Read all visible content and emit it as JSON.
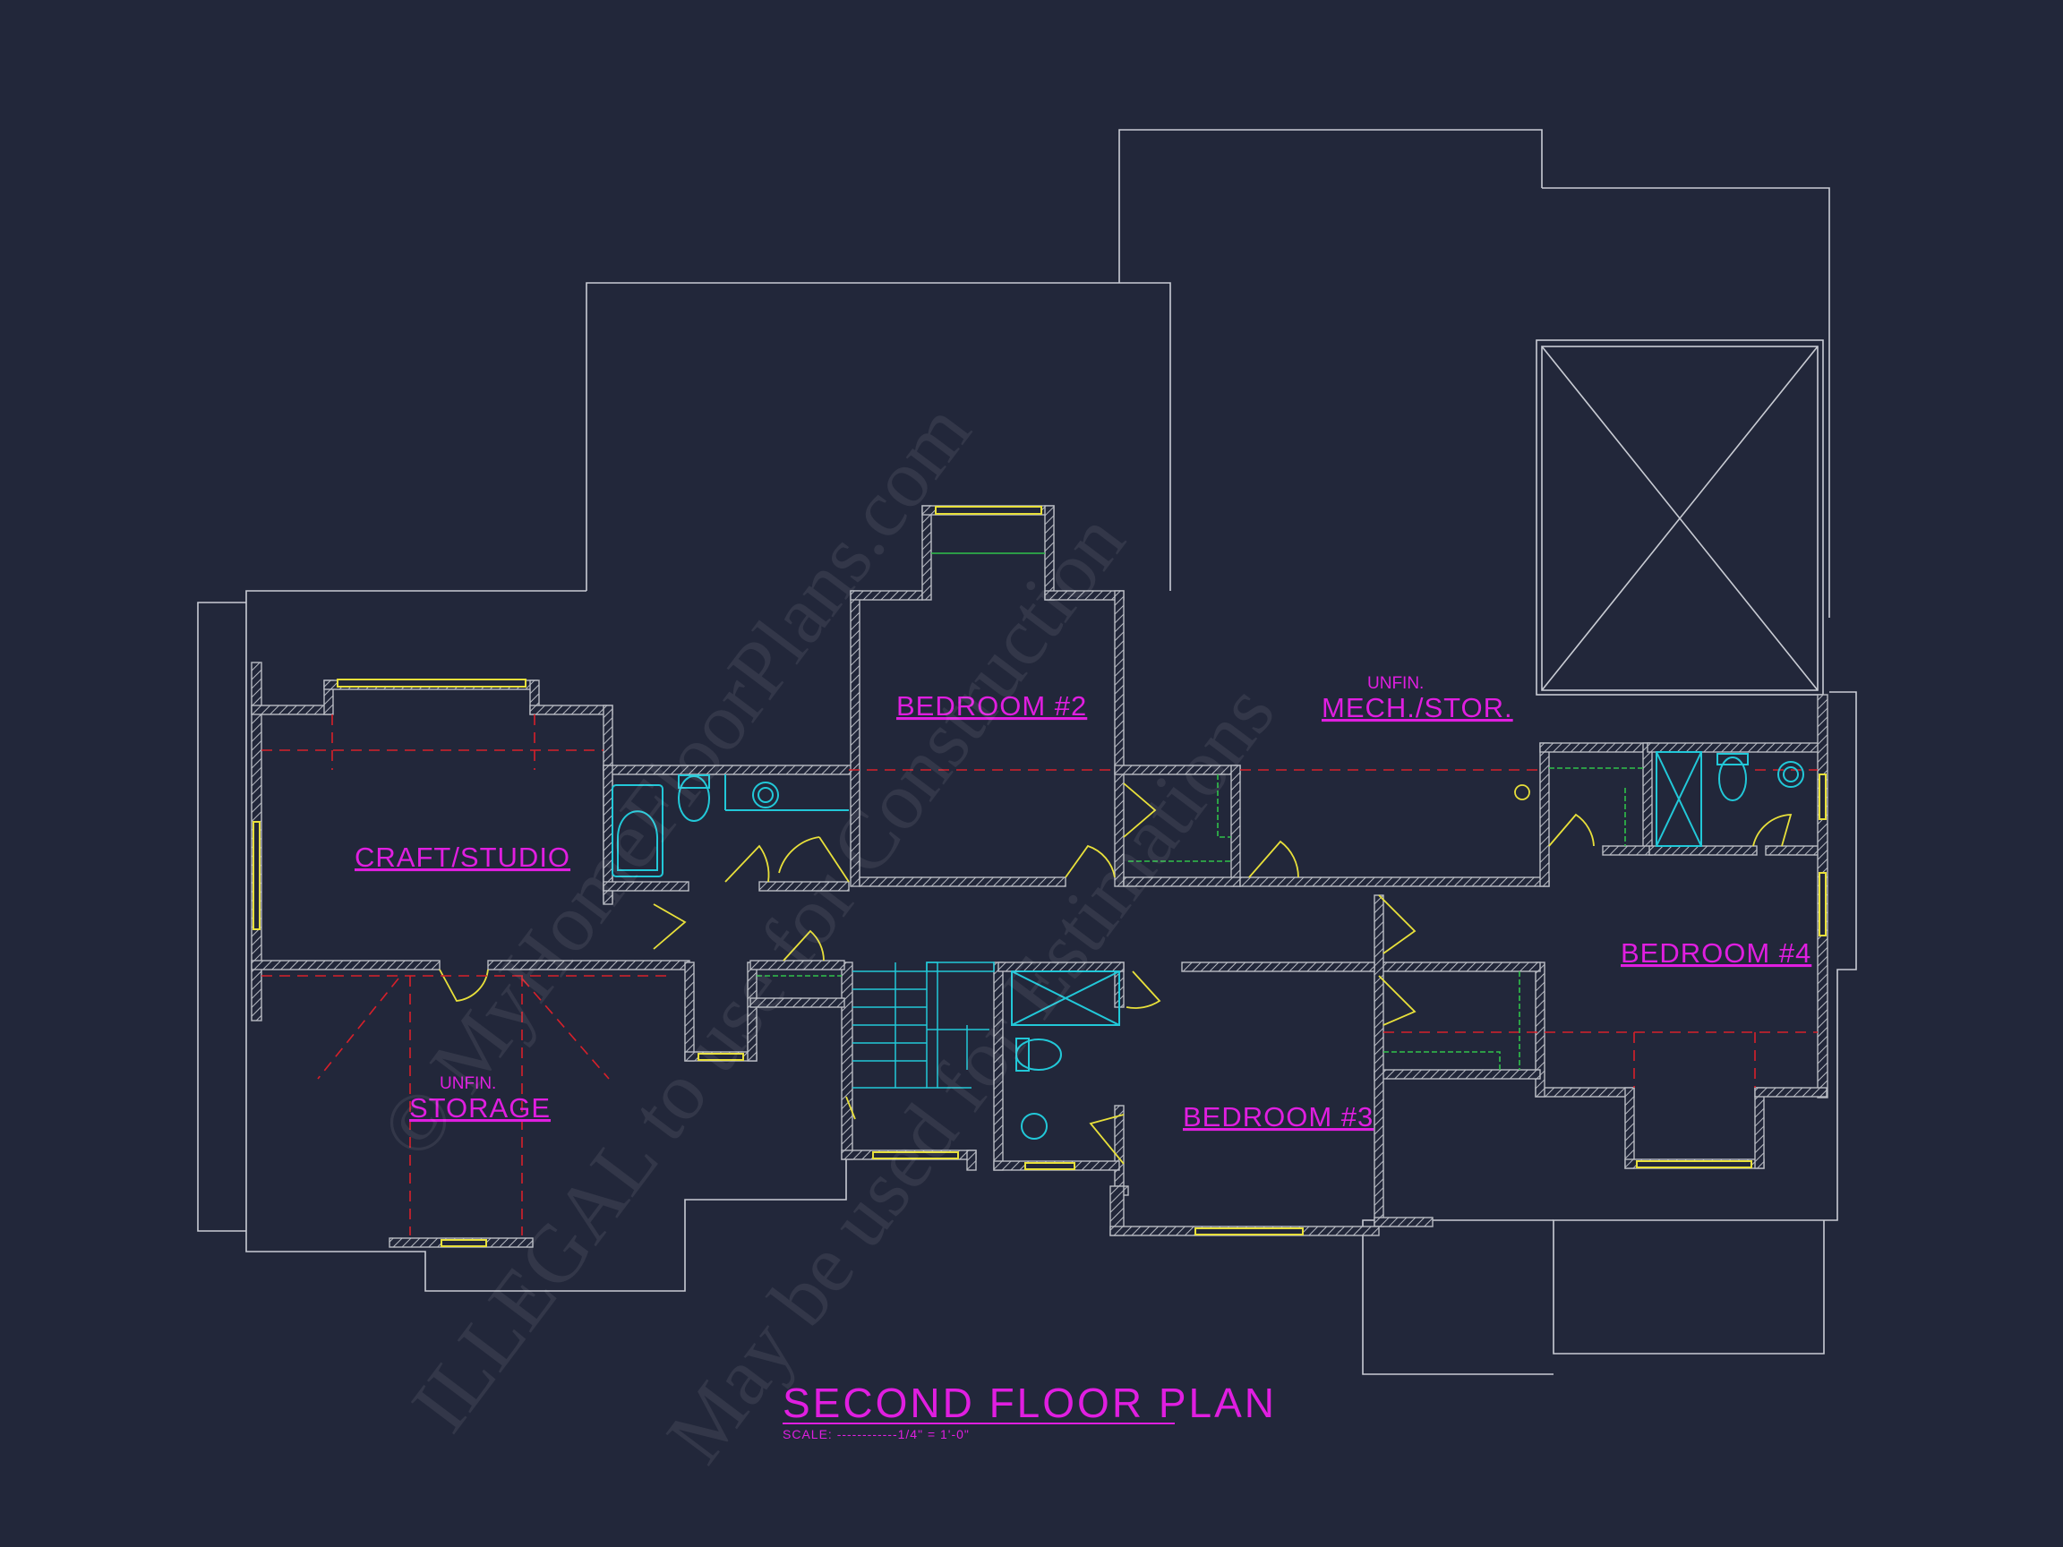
{
  "colors": {
    "background": "#22273a",
    "outline": "#c9ccd4",
    "wall": "#b9bcc4",
    "label": "#e01ee0",
    "window": "#e8e03a",
    "fixture": "#22c8d8",
    "dashed": "#d8202a",
    "shelf": "#2fc24a"
  },
  "rooms": {
    "craft_studio": "CRAFT/STUDIO",
    "bedroom2": "BEDROOM #2",
    "mech_note": "UNFIN.",
    "mech": "MECH./STOR.",
    "bedroom4": "BEDROOM #4",
    "bedroom3": "BEDROOM #3",
    "storage_note": "UNFIN.",
    "storage": "STORAGE"
  },
  "plan": {
    "title": "SECOND FLOOR PLAN",
    "scale": "SCALE: ------------1/4\" = 1'-0\""
  },
  "watermark": {
    "line1": "© MyHomeFloorPlans.com",
    "line2": "ILLEGAL to use for Construction",
    "line3": "May be used for Estimations"
  }
}
